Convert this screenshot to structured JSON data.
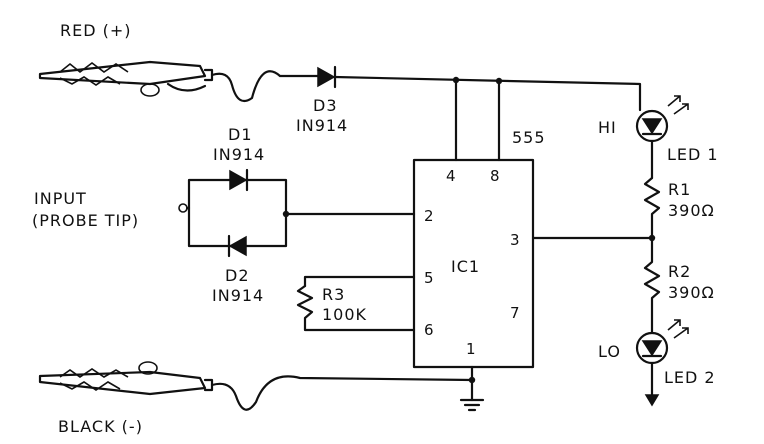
{
  "labels": {
    "red": "RED (+)",
    "black": "BLACK (-)",
    "input_line1": "INPUT",
    "input_line2": "(PROBE TIP)",
    "d1_name": "D1",
    "d1_part": "IN914",
    "d2_name": "D2",
    "d2_part": "IN914",
    "d3_name": "D3",
    "d3_part": "IN914",
    "r3_name": "R3",
    "r3_value": "100K",
    "ic_name": "IC1",
    "ic_part": "555",
    "r1_name": "R1",
    "r1_value": "390Ω",
    "r2_name": "R2",
    "r2_value": "390Ω",
    "led1_name": "LED 1",
    "led1_tag": "HI",
    "led2_name": "LED 2",
    "led2_tag": "LO"
  },
  "pins": {
    "p4": "4",
    "p8": "8",
    "p2": "2",
    "p3": "3",
    "p5": "5",
    "p7": "7",
    "p6": "6",
    "p1": "1"
  }
}
